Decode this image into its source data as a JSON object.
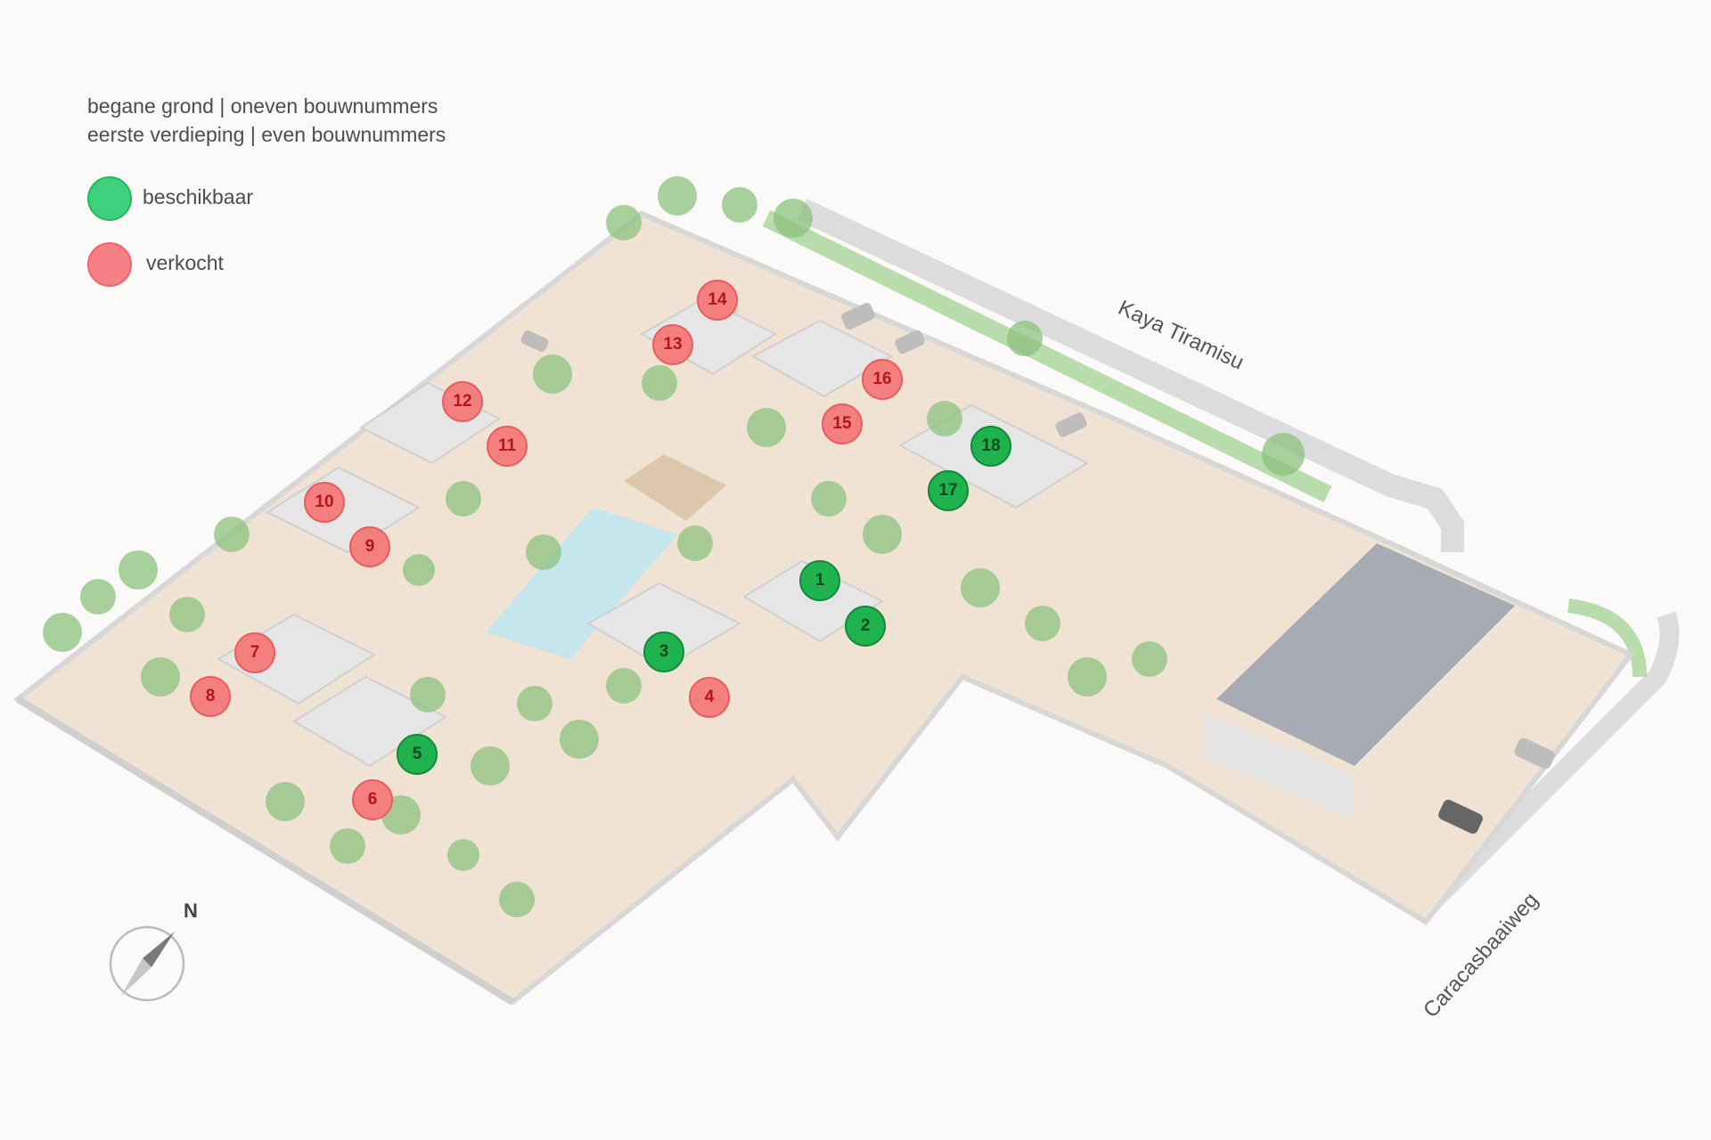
{
  "legend": {
    "line1": "begane grond | oneven bouwnummers",
    "line2": "eerste verdieping | even bouwnummers",
    "items": [
      {
        "key": "available",
        "label": "beschikbaar",
        "color": "#3ed07d"
      },
      {
        "key": "sold",
        "label": "verkocht",
        "color": "#f77f86"
      }
    ]
  },
  "streets": {
    "north": "Kaya Tiramisu",
    "east": "Caracasbaaiweg"
  },
  "compass": {
    "label": "N"
  },
  "colors": {
    "available_fill": "#1fb24f",
    "sold_fill": "#f37f7f",
    "ground": "#f1e3d3",
    "lawn": "#a9d49a",
    "palm": "#8cc27f"
  },
  "lots": [
    {
      "number": "1",
      "status": "available"
    },
    {
      "number": "2",
      "status": "available"
    },
    {
      "number": "3",
      "status": "available"
    },
    {
      "number": "4",
      "status": "sold"
    },
    {
      "number": "5",
      "status": "available"
    },
    {
      "number": "6",
      "status": "sold"
    },
    {
      "number": "7",
      "status": "sold"
    },
    {
      "number": "8",
      "status": "sold"
    },
    {
      "number": "9",
      "status": "sold"
    },
    {
      "number": "10",
      "status": "sold"
    },
    {
      "number": "11",
      "status": "sold"
    },
    {
      "number": "12",
      "status": "sold"
    },
    {
      "number": "13",
      "status": "sold"
    },
    {
      "number": "14",
      "status": "sold"
    },
    {
      "number": "15",
      "status": "sold"
    },
    {
      "number": "16",
      "status": "sold"
    },
    {
      "number": "17",
      "status": "available"
    },
    {
      "number": "18",
      "status": "available"
    }
  ]
}
